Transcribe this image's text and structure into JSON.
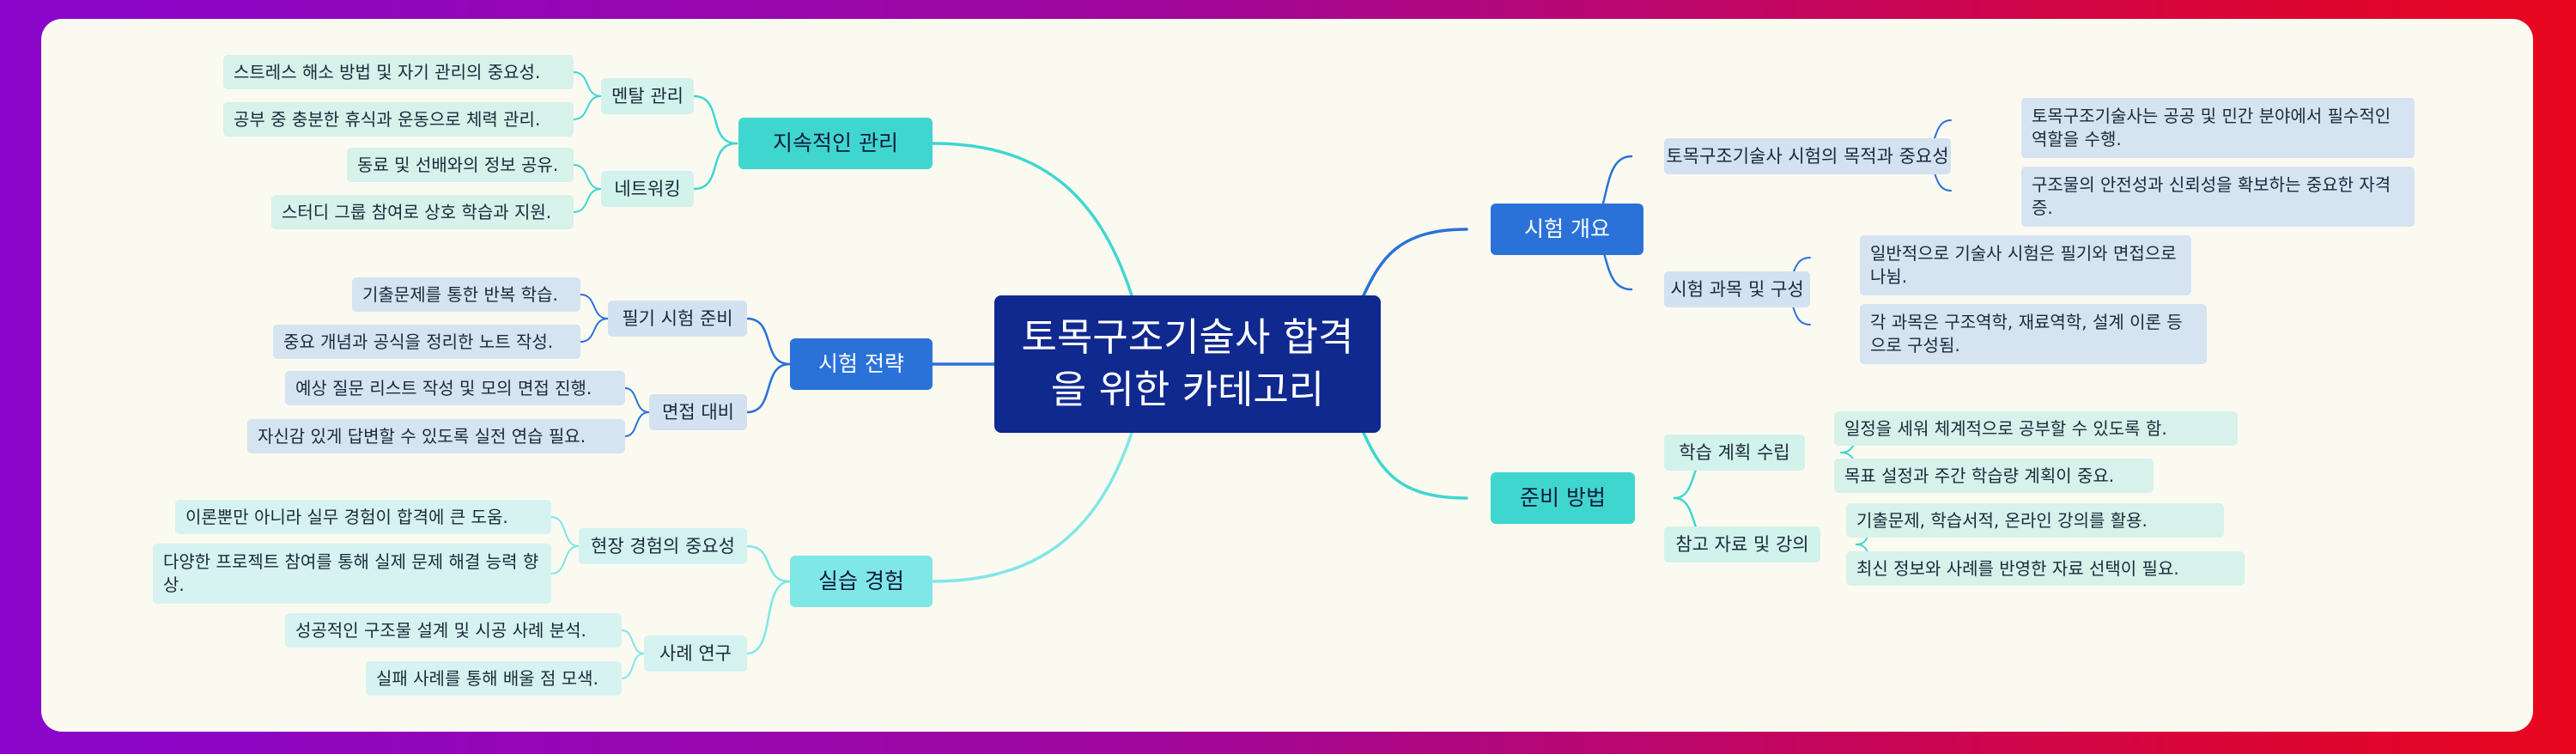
{
  "colors": {
    "teal": "#40d6d0",
    "blue": "#2a72d8",
    "pale_teal": "#7fe7e6",
    "root": "#10298f",
    "card": "#fbfaf1"
  },
  "root": {
    "label": "토목구조기술사 합격을 위한 카테고리"
  },
  "branches": {
    "overview": {
      "label": "시험 개요",
      "subs": [
        {
          "label": "토목구조기술사 시험의 목적과 중요성",
          "leaves": [
            "토목구조기술사는 공공 및 민간 분야에서 필수적인 역할을 수행.",
            "구조물의 안전성과 신뢰성을 확보하는 중요한 자격증."
          ]
        },
        {
          "label": "시험 과목 및 구성",
          "leaves": [
            "일반적으로 기술사 시험은 필기와 면접으로 나뉨.",
            "각 과목은 구조역학, 재료역학, 설계 이론 등으로 구성됨."
          ]
        }
      ]
    },
    "prep": {
      "label": "준비 방법",
      "subs": [
        {
          "label": "학습 계획 수립",
          "leaves": [
            "일정을 세워 체계적으로 공부할 수 있도록 함.",
            "목표 설정과 주간 학습량 계획이 중요."
          ]
        },
        {
          "label": "참고 자료 및 강의",
          "leaves": [
            "기출문제, 학습서적, 온라인 강의를 활용.",
            "최신 정보와 사례를 반영한 자료 선택이 필요."
          ]
        }
      ]
    },
    "manage": {
      "label": "지속적인 관리",
      "subs": [
        {
          "label": "멘탈 관리",
          "leaves": [
            "스트레스 해소 방법 및 자기 관리의 중요성.",
            "공부 중 충분한 휴식과 운동으로 체력 관리."
          ]
        },
        {
          "label": "네트워킹",
          "leaves": [
            "동료 및 선배와의 정보 공유.",
            "스터디 그룹 참여로 상호 학습과 지원."
          ]
        }
      ]
    },
    "strategy": {
      "label": "시험 전략",
      "subs": [
        {
          "label": "필기 시험 준비",
          "leaves": [
            "기출문제를 통한 반복 학습.",
            "중요 개념과 공식을 정리한 노트 작성."
          ]
        },
        {
          "label": "면접 대비",
          "leaves": [
            "예상 질문 리스트 작성 및 모의 면접 진행.",
            "자신감 있게 답변할 수 있도록 실전 연습 필요."
          ]
        }
      ]
    },
    "practice": {
      "label": "실습 경험",
      "subs": [
        {
          "label": "현장 경험의 중요성",
          "leaves": [
            "이론뿐만 아니라 실무 경험이 합격에 큰 도움.",
            "다양한 프로젝트 참여를 통해 실제 문제 해결 능력 향상."
          ]
        },
        {
          "label": "사례 연구",
          "leaves": [
            "성공적인 구조물 설계 및 시공 사례 분석.",
            "실패 사례를 통해 배울 점 모색."
          ]
        }
      ]
    }
  }
}
